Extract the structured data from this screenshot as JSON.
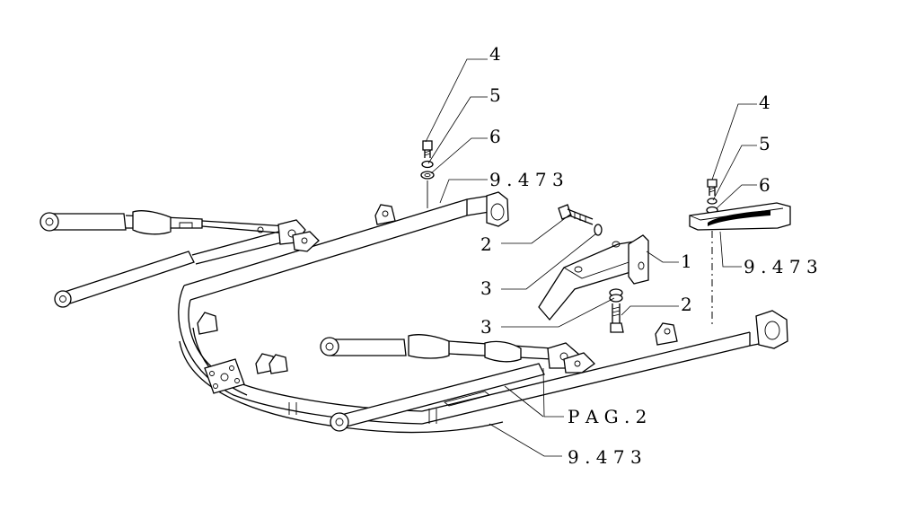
{
  "callouts": {
    "left_bolt": "4",
    "left_lock_washer": "5",
    "left_washer": "6",
    "left_ref": "9 . 4 7 3",
    "right_bolt": "4",
    "right_lock_washer": "5",
    "right_washer": "6",
    "right_ref": "9 . 4 7 3",
    "upper_screw": "2",
    "upper_spacer": "3",
    "bracket": "1",
    "lower_spacer": "3",
    "lower_screw": "2",
    "cylinders_page": "P A G . 2",
    "frame_ref": "9 . 4 7 3"
  }
}
